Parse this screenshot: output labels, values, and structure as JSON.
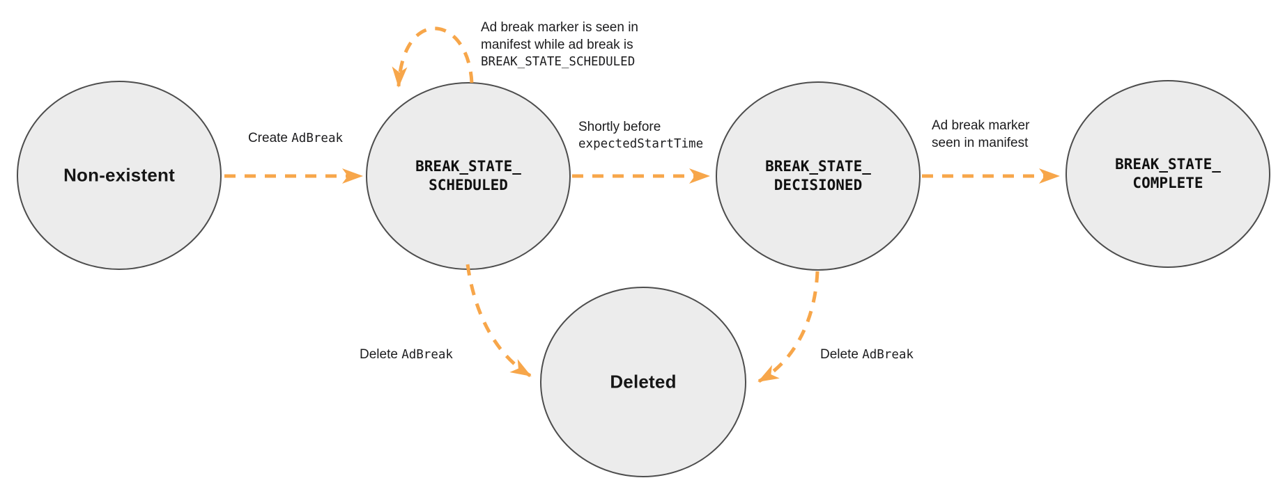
{
  "colors": {
    "accent": "#F7A64A",
    "node_fill": "#ECECEC",
    "node_stroke": "#4D4D4D",
    "text": "#1C1C1E"
  },
  "nodes": {
    "non_existent": {
      "label": "Non-existent"
    },
    "scheduled": {
      "line1": "BREAK_STATE_",
      "line2": "SCHEDULED"
    },
    "decisioned": {
      "line1": "BREAK_STATE_",
      "line2": "DECISIONED"
    },
    "complete": {
      "line1": "BREAK_STATE_",
      "line2": "COMPLETE"
    },
    "deleted": {
      "label": "Deleted"
    }
  },
  "edges": {
    "create": {
      "text": "Create",
      "code": "AdBreak"
    },
    "self_loop": {
      "line1": "Ad break marker is seen in",
      "line2": "manifest while ad break is",
      "line3": "BREAK_STATE_SCHEDULED"
    },
    "shortly": {
      "text": "Shortly before",
      "code": "expectedStartTime"
    },
    "marker_seen": {
      "line1": "Ad break marker",
      "line2": "seen in manifest"
    },
    "delete_left": {
      "text": "Delete",
      "code": "AdBreak"
    },
    "delete_right": {
      "text": "Delete",
      "code": "AdBreak"
    }
  }
}
